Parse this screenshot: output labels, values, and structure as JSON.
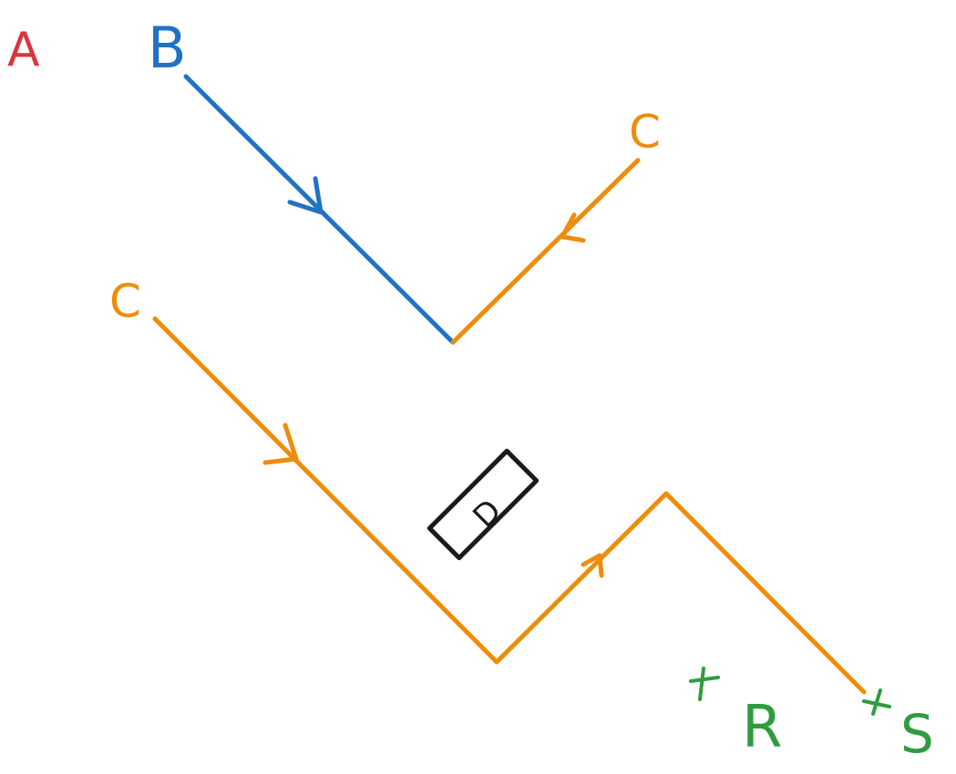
{
  "colors": {
    "label_a": "#d9363e",
    "incident": "#1f72c4",
    "reflected": "#ee8c0b",
    "points": "#2e9c3f",
    "mirror": "#1a1a1a"
  },
  "labels": {
    "a": "A",
    "b": "B",
    "c_top": "C",
    "c_left": "C",
    "d": "D",
    "r": "R",
    "s": "S"
  }
}
